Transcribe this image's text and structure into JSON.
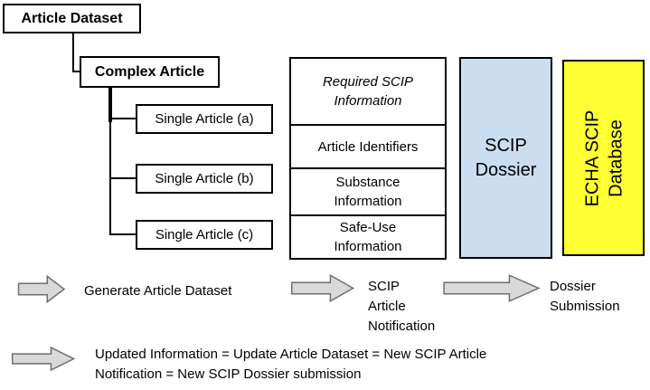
{
  "colors": {
    "dossier_fill": "#CBDDF0",
    "database_fill": "#FFFF33",
    "arrow_fill": "#D9D9D9",
    "arrow_stroke": "#6E6E6E"
  },
  "tree": {
    "root_label": "Article Dataset",
    "parent_label": "Complex Article",
    "children": [
      {
        "label": "Single Article (a)"
      },
      {
        "label": "Single Article (b)"
      },
      {
        "label": "Single Article (c)"
      }
    ]
  },
  "scip_info_table": {
    "header": "Required SCIP\nInformation",
    "rows": [
      {
        "label": "Article Identifiers"
      },
      {
        "label": "Substance\nInformation"
      },
      {
        "label": "Safe-Use\nInformation"
      }
    ]
  },
  "dossier_box": {
    "label": "SCIP\nDossier"
  },
  "database_box": {
    "label": "ECHA SCIP\nDatabase"
  },
  "flow": {
    "step1_label": "Generate Article Dataset",
    "step2_label": "SCIP\nArticle\nNotification",
    "step3_label": "Dossier\nSubmission",
    "update_note": "Updated Information = Update Article Dataset = New SCIP Article\nNotification = New SCIP Dossier submission"
  }
}
